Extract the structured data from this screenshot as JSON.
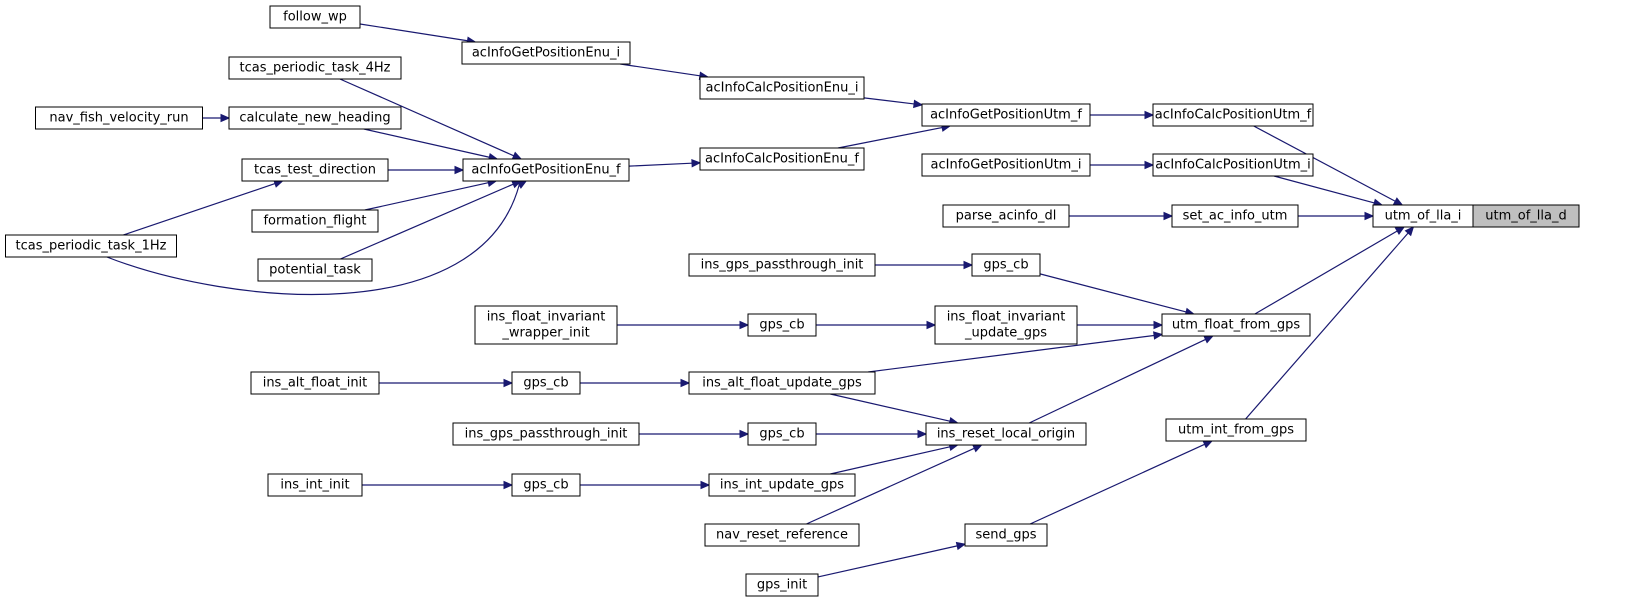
{
  "graph": {
    "type": "call-graph",
    "edge_color": "#191970",
    "root_fill": "#bfbfbf",
    "nodes": [
      {
        "id": "utm_of_lla_d",
        "label": [
          "utm_of_lla_d"
        ],
        "root": true
      },
      {
        "id": "utm_of_lla_i",
        "label": [
          "utm_of_lla_i"
        ]
      },
      {
        "id": "acInfoCalcPositionUtm_f",
        "label": [
          "acInfoCalcPositionUtm_f"
        ]
      },
      {
        "id": "acInfoCalcPositionUtm_i",
        "label": [
          "acInfoCalcPositionUtm_i"
        ]
      },
      {
        "id": "set_ac_info_utm",
        "label": [
          "set_ac_info_utm"
        ]
      },
      {
        "id": "utm_float_from_gps",
        "label": [
          "utm_float_from_gps"
        ]
      },
      {
        "id": "utm_int_from_gps",
        "label": [
          "utm_int_from_gps"
        ]
      },
      {
        "id": "acInfoGetPositionUtm_f",
        "label": [
          "acInfoGetPositionUtm_f"
        ]
      },
      {
        "id": "acInfoGetPositionUtm_i",
        "label": [
          "acInfoGetPositionUtm_i"
        ]
      },
      {
        "id": "acInfoCalcPositionEnu_i",
        "label": [
          "acInfoCalcPositionEnu_i"
        ]
      },
      {
        "id": "acInfoCalcPositionEnu_f",
        "label": [
          "acInfoCalcPositionEnu_f"
        ]
      },
      {
        "id": "acInfoGetPositionEnu_i",
        "label": [
          "acInfoGetPositionEnu_i"
        ]
      },
      {
        "id": "acInfoGetPositionEnu_f",
        "label": [
          "acInfoGetPositionEnu_f"
        ]
      },
      {
        "id": "follow_wp",
        "label": [
          "follow_wp"
        ]
      },
      {
        "id": "tcas_periodic_task_4Hz",
        "label": [
          "tcas_periodic_task_4Hz"
        ]
      },
      {
        "id": "calculate_new_heading",
        "label": [
          "calculate_new_heading"
        ]
      },
      {
        "id": "nav_fish_velocity_run",
        "label": [
          "nav_fish_velocity_run"
        ]
      },
      {
        "id": "tcas_test_direction",
        "label": [
          "tcas_test_direction"
        ]
      },
      {
        "id": "formation_flight",
        "label": [
          "formation_flight"
        ]
      },
      {
        "id": "potential_task",
        "label": [
          "potential_task"
        ]
      },
      {
        "id": "tcas_periodic_task_1Hz",
        "label": [
          "tcas_periodic_task_1Hz"
        ]
      },
      {
        "id": "parse_acinfo_dl",
        "label": [
          "parse_acinfo_dl"
        ]
      },
      {
        "id": "gps_cb_1",
        "label": [
          "gps_cb"
        ]
      },
      {
        "id": "ins_gps_passthrough_init_1",
        "label": [
          "ins_gps_passthrough_init"
        ]
      },
      {
        "id": "ins_float_invariant_update_gps",
        "label": [
          "ins_float_invariant",
          "_update_gps"
        ]
      },
      {
        "id": "gps_cb_2",
        "label": [
          "gps_cb"
        ]
      },
      {
        "id": "ins_float_invariant_wrapper_init",
        "label": [
          "ins_float_invariant",
          "_wrapper_init"
        ]
      },
      {
        "id": "ins_alt_float_update_gps",
        "label": [
          "ins_alt_float_update_gps"
        ]
      },
      {
        "id": "gps_cb_3",
        "label": [
          "gps_cb"
        ]
      },
      {
        "id": "ins_alt_float_init",
        "label": [
          "ins_alt_float_init"
        ]
      },
      {
        "id": "ins_reset_local_origin",
        "label": [
          "ins_reset_local_origin"
        ]
      },
      {
        "id": "gps_cb_4",
        "label": [
          "gps_cb"
        ]
      },
      {
        "id": "ins_gps_passthrough_init_2",
        "label": [
          "ins_gps_passthrough_init"
        ]
      },
      {
        "id": "ins_int_update_gps",
        "label": [
          "ins_int_update_gps"
        ]
      },
      {
        "id": "gps_cb_5",
        "label": [
          "gps_cb"
        ]
      },
      {
        "id": "ins_int_init",
        "label": [
          "ins_int_init"
        ]
      },
      {
        "id": "nav_reset_reference",
        "label": [
          "nav_reset_reference"
        ]
      },
      {
        "id": "send_gps",
        "label": [
          "send_gps"
        ]
      },
      {
        "id": "gps_init",
        "label": [
          "gps_init"
        ]
      }
    ],
    "edges": [
      {
        "from": "utm_of_lla_i",
        "to": "utm_of_lla_d"
      },
      {
        "from": "acInfoCalcPositionUtm_f",
        "to": "utm_of_lla_i"
      },
      {
        "from": "acInfoCalcPositionUtm_i",
        "to": "utm_of_lla_i"
      },
      {
        "from": "set_ac_info_utm",
        "to": "utm_of_lla_i"
      },
      {
        "from": "utm_float_from_gps",
        "to": "utm_of_lla_i"
      },
      {
        "from": "utm_int_from_gps",
        "to": "utm_of_lla_i"
      },
      {
        "from": "acInfoGetPositionUtm_f",
        "to": "acInfoCalcPositionUtm_f"
      },
      {
        "from": "acInfoGetPositionUtm_i",
        "to": "acInfoCalcPositionUtm_i"
      },
      {
        "from": "acInfoCalcPositionEnu_i",
        "to": "acInfoGetPositionUtm_f"
      },
      {
        "from": "acInfoCalcPositionEnu_f",
        "to": "acInfoGetPositionUtm_f"
      },
      {
        "from": "acInfoGetPositionEnu_i",
        "to": "acInfoCalcPositionEnu_i"
      },
      {
        "from": "acInfoGetPositionEnu_f",
        "to": "acInfoCalcPositionEnu_f"
      },
      {
        "from": "follow_wp",
        "to": "acInfoGetPositionEnu_i"
      },
      {
        "from": "tcas_periodic_task_4Hz",
        "to": "acInfoGetPositionEnu_f"
      },
      {
        "from": "calculate_new_heading",
        "to": "acInfoGetPositionEnu_f"
      },
      {
        "from": "tcas_test_direction",
        "to": "acInfoGetPositionEnu_f"
      },
      {
        "from": "formation_flight",
        "to": "acInfoGetPositionEnu_f"
      },
      {
        "from": "potential_task",
        "to": "acInfoGetPositionEnu_f"
      },
      {
        "from": "tcas_periodic_task_1Hz",
        "to": "acInfoGetPositionEnu_f"
      },
      {
        "from": "nav_fish_velocity_run",
        "to": "calculate_new_heading"
      },
      {
        "from": "tcas_periodic_task_1Hz",
        "to": "tcas_test_direction"
      },
      {
        "from": "parse_acinfo_dl",
        "to": "set_ac_info_utm"
      },
      {
        "from": "gps_cb_1",
        "to": "utm_float_from_gps"
      },
      {
        "from": "ins_float_invariant_update_gps",
        "to": "utm_float_from_gps"
      },
      {
        "from": "ins_alt_float_update_gps",
        "to": "utm_float_from_gps"
      },
      {
        "from": "ins_reset_local_origin",
        "to": "utm_float_from_gps"
      },
      {
        "from": "ins_gps_passthrough_init_1",
        "to": "gps_cb_1"
      },
      {
        "from": "gps_cb_2",
        "to": "ins_float_invariant_update_gps"
      },
      {
        "from": "ins_float_invariant_wrapper_init",
        "to": "gps_cb_2"
      },
      {
        "from": "gps_cb_3",
        "to": "ins_alt_float_update_gps"
      },
      {
        "from": "ins_alt_float_init",
        "to": "gps_cb_3"
      },
      {
        "from": "ins_alt_float_update_gps",
        "to": "ins_reset_local_origin"
      },
      {
        "from": "gps_cb_4",
        "to": "ins_reset_local_origin"
      },
      {
        "from": "ins_int_update_gps",
        "to": "ins_reset_local_origin"
      },
      {
        "from": "nav_reset_reference",
        "to": "ins_reset_local_origin"
      },
      {
        "from": "ins_gps_passthrough_init_2",
        "to": "gps_cb_4"
      },
      {
        "from": "gps_cb_5",
        "to": "ins_int_update_gps"
      },
      {
        "from": "ins_int_init",
        "to": "gps_cb_5"
      },
      {
        "from": "send_gps",
        "to": "utm_int_from_gps"
      },
      {
        "from": "gps_init",
        "to": "send_gps"
      }
    ]
  }
}
